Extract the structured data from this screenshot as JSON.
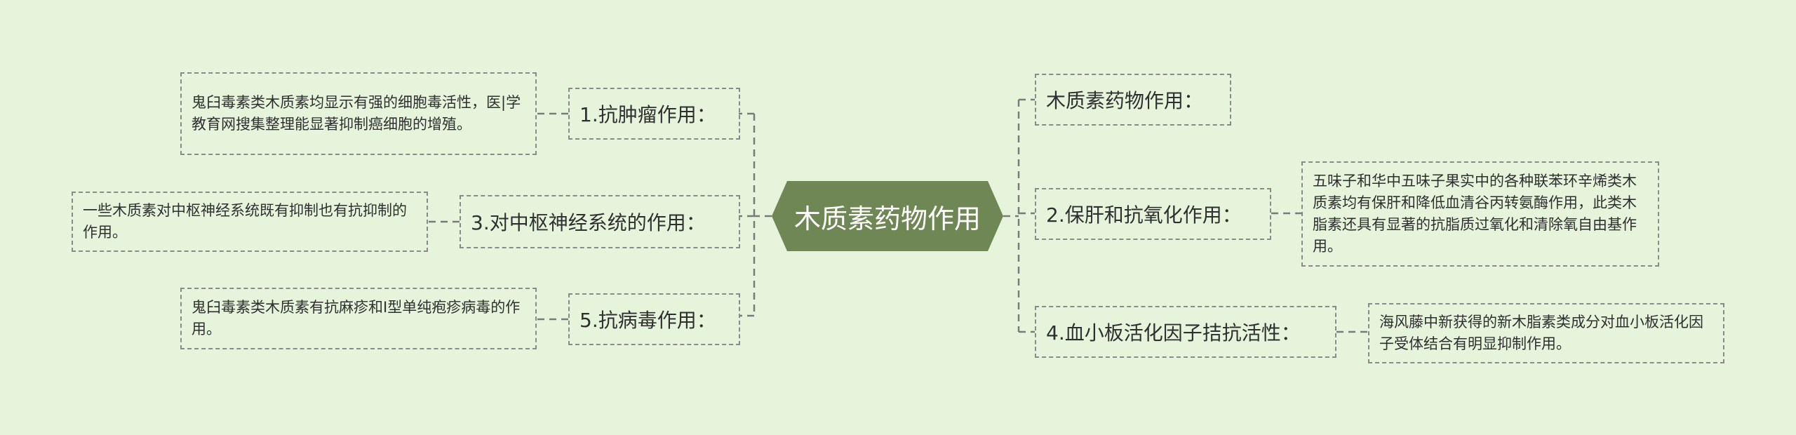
{
  "root": {
    "label": "木质素药物作用"
  },
  "branches": {
    "b1": {
      "label": "1.抗肿瘤作用：",
      "detail": "鬼臼毒素类木质素均显示有强的细胞毒活性，医|学教育网搜集整理能显著抑制癌细胞的增殖。"
    },
    "b3": {
      "label": "3.对中枢神经系统的作用：",
      "detail": "一些木质素对中枢神经系统既有抑制也有抗抑制的作用。"
    },
    "b5": {
      "label": "5.抗病毒作用：",
      "detail": "鬼臼毒素类木质素有抗麻疹和I型单纯疱疹病毒的作用。"
    },
    "b0": {
      "label": "木质素药物作用："
    },
    "b2": {
      "label": "2.保肝和抗氧化作用：",
      "detail": "五味子和华中五味子果实中的各种联苯环辛烯类木质素均有保肝和降低血清谷丙转氨酶作用，此类木脂素还具有显著的抗脂质过氧化和清除氧自由基作用。"
    },
    "b4": {
      "label": "4.血小板活化因子拮抗活性：",
      "detail": "海风藤中新获得的新木脂素类成分对血小板活化因子受体结合有明显抑制作用。"
    }
  },
  "colors": {
    "background": "#e6f4dc",
    "root_fill": "#6f8655",
    "root_text": "#ffffff",
    "border": "#8a8a8a",
    "line": "#7a7a7a"
  }
}
